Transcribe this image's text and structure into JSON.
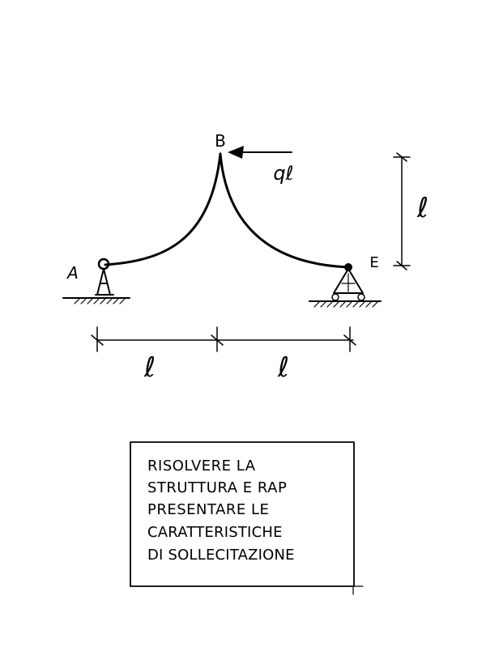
{
  "diagram": {
    "labels": {
      "A": "A",
      "B": "B",
      "E": "E",
      "load": "qℓ",
      "height": "ℓ",
      "span_left": "ℓ",
      "span_right": "ℓ"
    },
    "note": {
      "lines": [
        "RISOLVERE LA",
        "STRUTTURA E RAP",
        "PRESENTARE LE",
        "CARATTERISTICHE",
        "DI SOLLECITAZIONE"
      ]
    }
  }
}
